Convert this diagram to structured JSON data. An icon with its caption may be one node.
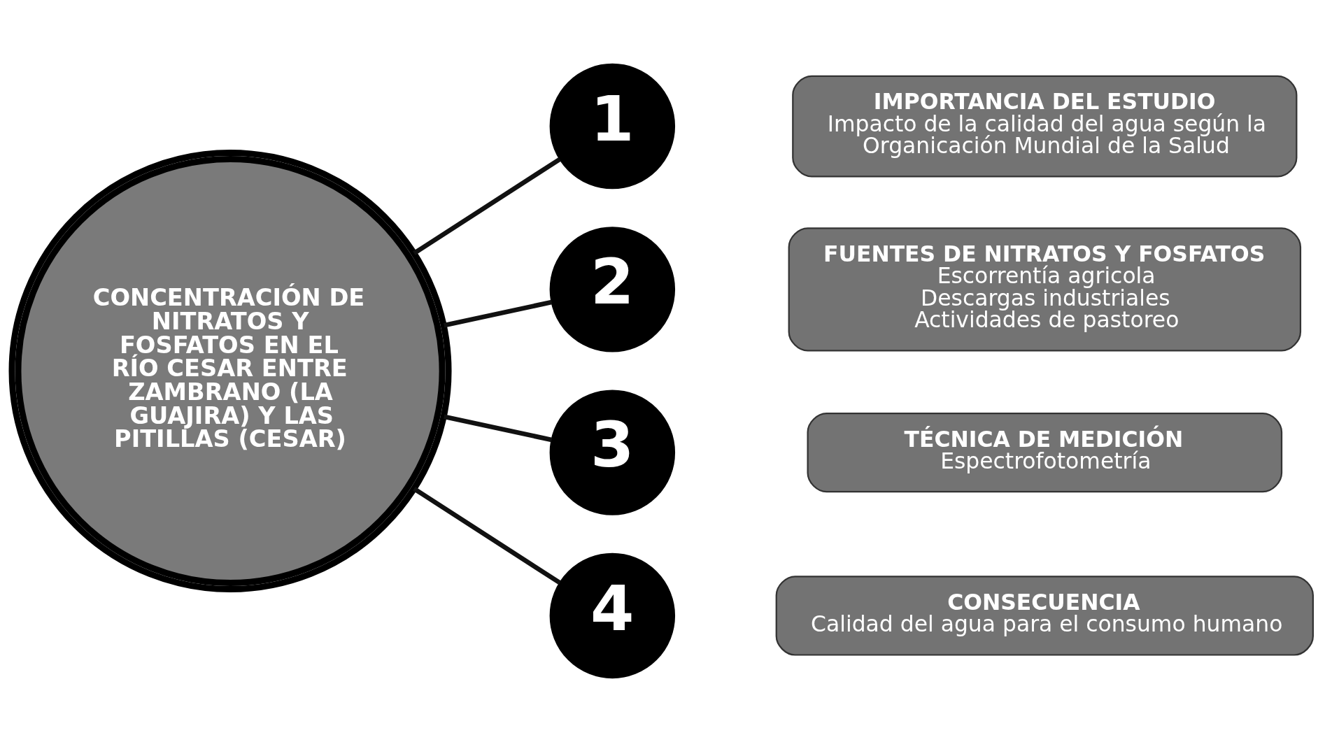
{
  "diagram": {
    "nodes": [
      {
        "text": [
          "CONCENTRACIÓN DE NITRATOS Y FOSFATOS EN EL RÍO CESAR ENTRE ZAMBRANO (LA GUAJIRA) Y LAS PITILLAS (CESAR)"
        ]
      },
      {
        "text": [
          "1"
        ]
      },
      {
        "text": [
          "IMPORTANCIA DEL ESTUDIO",
          "Impacto de la calidad del agua según la Organicación Mundial de la Salud"
        ]
      },
      {
        "text": [
          "2"
        ]
      },
      {
        "text": [
          "FUENTES DE NITRATOS Y FOSFATOS",
          "Escorrentía agricola",
          "Descargas industriales",
          "Actividades de pastoreo"
        ]
      },
      {
        "text": [
          "3"
        ]
      },
      {
        "text": [
          "TÉCNICA DE MEDICIÓN",
          "Espectrofotometría"
        ]
      },
      {
        "text": [
          "4"
        ]
      },
      {
        "text": [
          "CONSECUENCIA",
          "Calidad del agua para el consumo humano"
        ]
      }
    ],
    "edges": [
      {
        "from": 0,
        "to": 1,
        "arrow": "none"
      },
      {
        "from": 0,
        "to": 3,
        "arrow": "none"
      },
      {
        "from": 0,
        "to": 5,
        "arrow": "none"
      },
      {
        "from": 0,
        "to": 7,
        "arrow": "none"
      }
    ]
  }
}
